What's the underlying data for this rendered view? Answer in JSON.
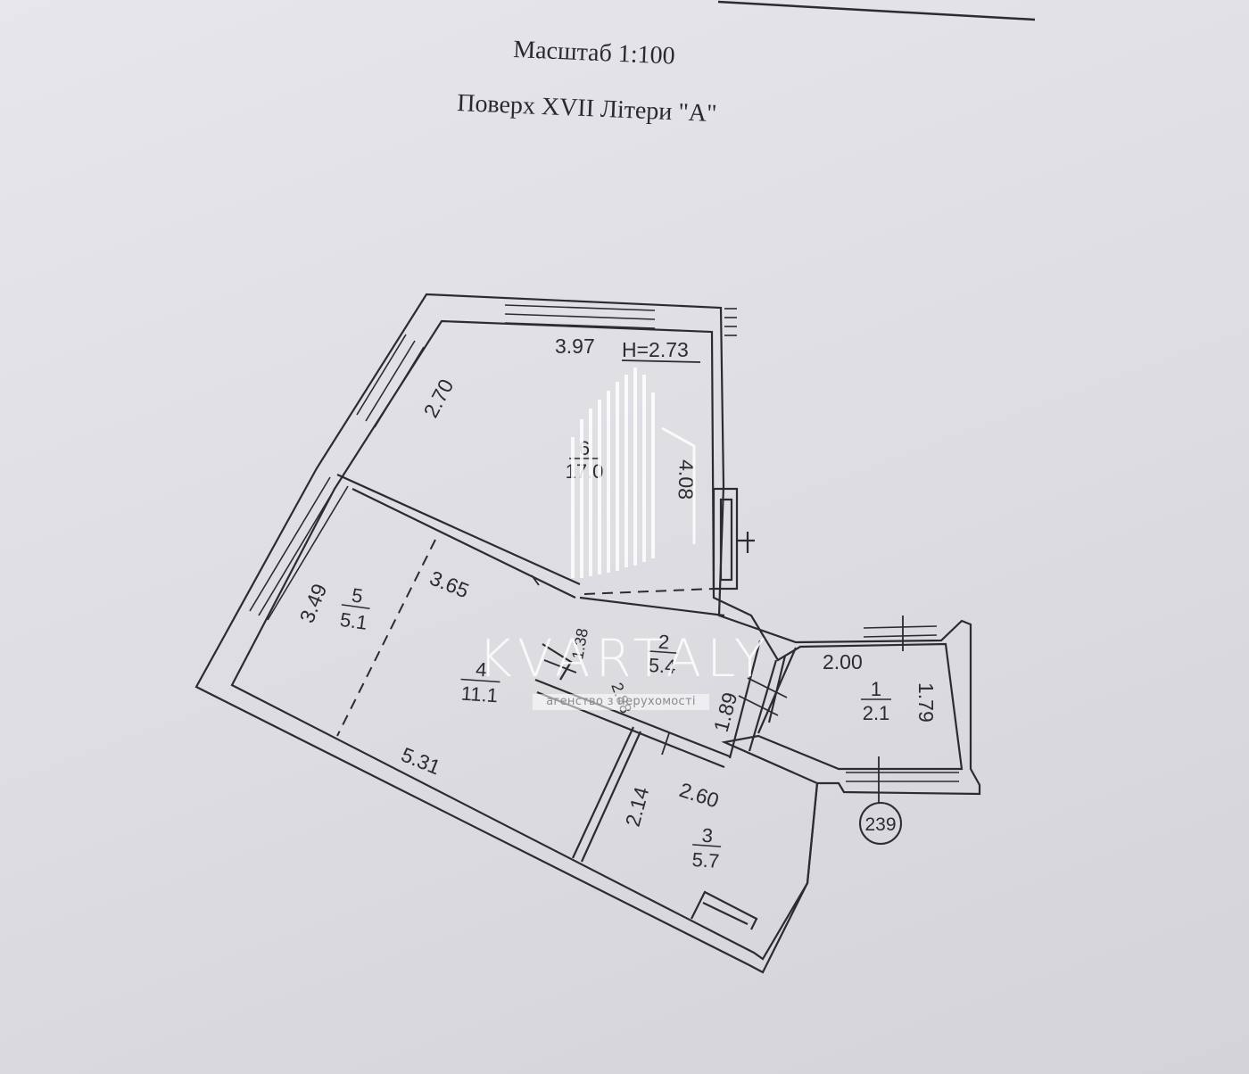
{
  "header": {
    "scale_text": "Масштаб 1:100",
    "floor_text": "Поверх XVII Літери \"А\""
  },
  "plan": {
    "ceiling_height": "H=2.73",
    "rooms": [
      {
        "number": "6",
        "area": "17.0"
      },
      {
        "number": "5",
        "area": "5.1"
      },
      {
        "number": "4",
        "area": "11.1"
      },
      {
        "number": "2",
        "area": "5.4"
      },
      {
        "number": "1",
        "area": "2.1"
      },
      {
        "number": "3",
        "area": "5.7"
      }
    ],
    "dimensions": [
      "3.97",
      "2.70",
      "4.08",
      "3.49",
      "3.65",
      "1.38",
      "5.31",
      "2.00",
      "1.79",
      "1.89",
      "2.88",
      "2.14",
      "2.60"
    ],
    "unit_number": "239"
  },
  "watermark": {
    "brand": "KVARTALY",
    "tagline": "агенство з нерухомості"
  },
  "colors": {
    "paper": "#e2e2e7",
    "ink": "#2b2b30",
    "watermark": "#ffffff"
  }
}
